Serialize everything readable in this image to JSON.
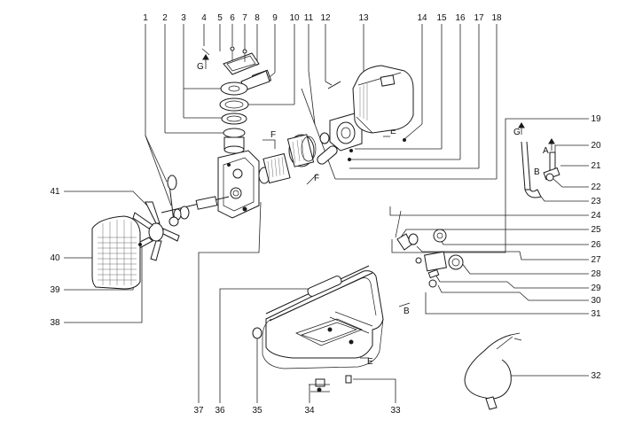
{
  "callouts_top": [
    "1",
    "2",
    "3",
    "4",
    "5",
    "6",
    "7",
    "8",
    "9",
    "10",
    "11",
    "12",
    "13",
    "14",
    "15",
    "16",
    "17",
    "18"
  ],
  "callouts_right": [
    "19",
    "20",
    "21",
    "22",
    "23",
    "24",
    "25",
    "26",
    "27",
    "28",
    "29",
    "30",
    "31",
    "32"
  ],
  "callouts_left": [
    "41",
    "40",
    "39",
    "38"
  ],
  "callouts_bottom": [
    "37",
    "36",
    "35",
    "34",
    "33"
  ],
  "view_markers": {
    "g_upper": "G",
    "g_right": "G",
    "f_upper": "F",
    "f_lower": "F",
    "e_upper": "E",
    "e_lower": "E",
    "a": "A",
    "b_right": "B",
    "b_lower": "B"
  },
  "colors": {
    "line": "#1a1a1a",
    "background": "#ffffff"
  }
}
